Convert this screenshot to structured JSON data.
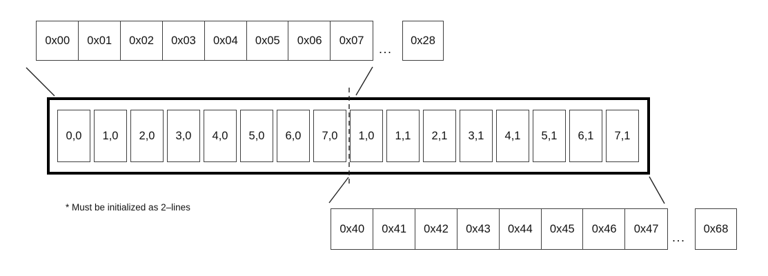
{
  "top_strip": {
    "cells": [
      "0x00",
      "0x01",
      "0x02",
      "0x03",
      "0x04",
      "0x05",
      "0x06",
      "0x07"
    ],
    "ellipsis": "...",
    "tail": "0x28"
  },
  "buffer": {
    "line0": [
      "0,0",
      "1,0",
      "2,0",
      "3,0",
      "4,0",
      "5,0",
      "6,0",
      "7,0"
    ],
    "line1": [
      "1,0",
      "1,1",
      "2,1",
      "3,1",
      "4,1",
      "5,1",
      "6,1",
      "7,1"
    ]
  },
  "bottom_strip": {
    "cells": [
      "0x40",
      "0x41",
      "0x42",
      "0x43",
      "0x44",
      "0x45",
      "0x46",
      "0x47"
    ],
    "ellipsis": "...",
    "tail": "0x68"
  },
  "footnote": "* Must be initialized as 2–lines",
  "colors": {
    "background": "#ffffff",
    "text": "#111111",
    "thin_border": "#3f3f3f",
    "thick_border": "#000000"
  }
}
